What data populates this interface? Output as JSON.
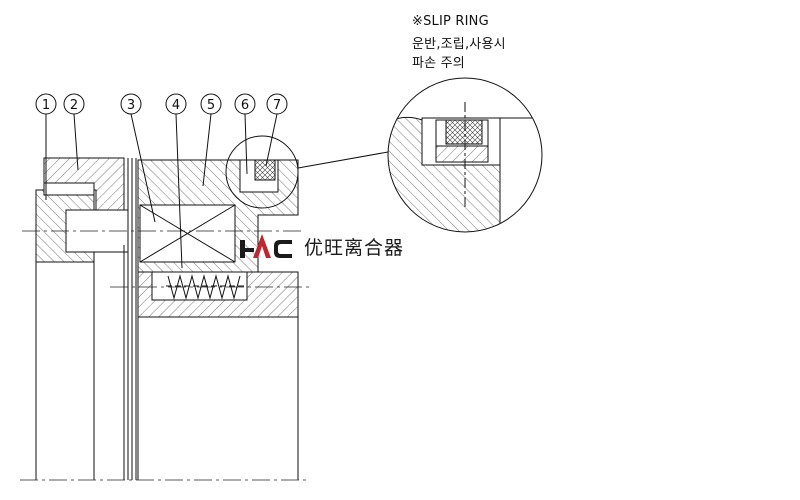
{
  "balloons": [
    "1",
    "2",
    "3",
    "4",
    "5",
    "6",
    "7"
  ],
  "note": {
    "line1": "※SLIP RING",
    "line2": "운반,조립,사용시",
    "line3": "파손 주의"
  },
  "watermark": {
    "logo": "HAC",
    "text": "优旺离合器",
    "colors": {
      "h_c": "#1a1a1a",
      "a": "#c0262d"
    }
  }
}
